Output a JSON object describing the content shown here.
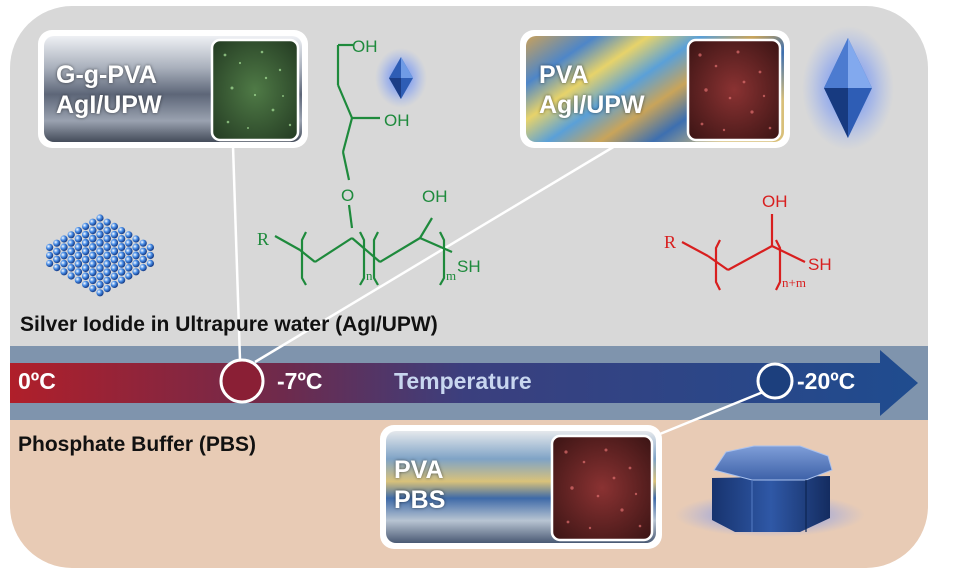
{
  "colors": {
    "upper_panel": "#d8d8d8",
    "lower_panel": "#e8cbb5",
    "arrow_band": "#7f94ad",
    "warm": "#b01f2a",
    "cold": "#1f4c8f",
    "g_g_pva_structure": "#1e8a3c",
    "pva_structure": "#d81f1f",
    "temperature_label": "#c8d6ef"
  },
  "sections": {
    "upper": "Silver Iodide in Ultrapure water (AgI/UPW)",
    "lower": "Phosphate Buffer (PBS)"
  },
  "temperature_axis": {
    "title": "Temperature",
    "start": "0ºC",
    "mid": "-7ºC",
    "end": "-20ºC"
  },
  "samples": {
    "g_g_pva_upw": {
      "line1": "G-g-PVA",
      "line2": "AgI/UPW"
    },
    "pva_upw": {
      "line1": "PVA",
      "line2": "AgI/UPW"
    },
    "pva_pbs": {
      "line1": "PVA",
      "line2": "PBS"
    }
  },
  "structures": {
    "g_g_pva": {
      "oh_top": "OH",
      "oh_mid": "OH",
      "o": "O",
      "oh_chain": "OH",
      "r": "R",
      "n": "n",
      "m": "m",
      "sh": "SH"
    },
    "pva": {
      "oh": "OH",
      "r": "R",
      "n_plus_m": "n+m",
      "sh": "SH"
    }
  },
  "icons": [
    "bipyramid-crystal-icon",
    "ice-lattice-icon",
    "octagonal-prism-crystal-icon"
  ]
}
